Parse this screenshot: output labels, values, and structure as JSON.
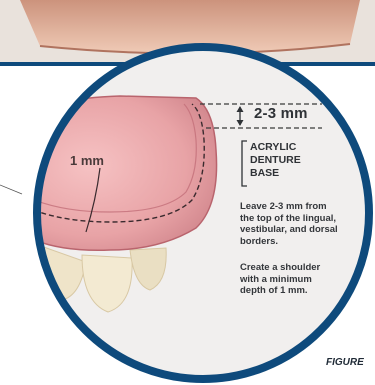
{
  "figure": {
    "measurement_top": "2-3 mm",
    "measurement_inner": "1 mm",
    "base_label": [
      "ACRYLIC",
      "DENTURE",
      "BASE"
    ],
    "note_1": [
      "Leave 2-3 mm from",
      "the top of the lingual,",
      "vestibular, and dorsal",
      "borders."
    ],
    "note_2": [
      "Create a shoulder",
      "with a minimum",
      "depth of 1 mm."
    ],
    "caption": "FIGURE"
  },
  "colors": {
    "ring": "#0e4a7c",
    "acrylic": "#e8a3a6",
    "teeth": "#efe4c9",
    "background": "#f1efee"
  }
}
